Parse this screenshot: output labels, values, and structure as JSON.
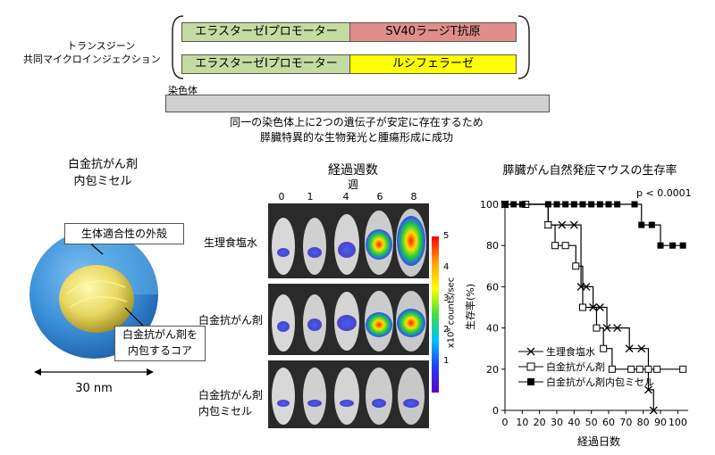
{
  "construct": {
    "side_label_line1": "トランスジーン",
    "side_label_line2": "共同マイクロインジェクション",
    "row1_promoter": "エラスターゼⅠプロモーター",
    "row1_gene": "SV40ラージT抗原",
    "row2_promoter": "エラスターゼⅠプロモーター",
    "row2_gene": "ルシフェラーゼ",
    "chromosome_label": "染色体",
    "note_line1": "同一の染色体上に2つの遺伝子が安定に存在するため",
    "note_line2": "膵臓特異的な生物発光と腫瘍形成に成功",
    "colors": {
      "promoter": "#c6dba0",
      "large_t": "#e08e8a",
      "luciferase": "#ffff00",
      "chromosome": "#d0d0d0"
    }
  },
  "micelle": {
    "title_line1": "白金抗がん剤",
    "title_line2": "内包ミセル",
    "shell_label": "生体適合性の外殻",
    "core_label_line1": "白金抗がん剤を",
    "core_label_line2": "内包するコア",
    "scale_label": "30 nm",
    "colors": {
      "shell": "#3a8fd8",
      "core": "#e8d860"
    }
  },
  "imaging": {
    "title": "経過週数",
    "week_unit": "週",
    "weeks": [
      "0",
      "1",
      "4",
      "6",
      "8"
    ],
    "rows": [
      {
        "label_line1": "生理食塩水",
        "label_line2": ""
      },
      {
        "label_line1": "白金抗がん剤",
        "label_line2": ""
      },
      {
        "label_line1": "白金抗がん剤",
        "label_line2": "内包ミセル"
      }
    ],
    "colorbar_ticks": [
      "5",
      "4",
      "3",
      "2",
      "1"
    ],
    "colorbar_label": "x10⁶ counts/sec"
  },
  "chart_data": {
    "type": "line",
    "title": "膵臓がん自然発症マウスの生存率",
    "xlabel": "経過日数",
    "ylabel": "生存率(%)",
    "xlim": [
      0,
      105
    ],
    "ylim": [
      0,
      100
    ],
    "xticks": [
      "0",
      "10",
      "20",
      "30",
      "40",
      "50",
      "60",
      "70",
      "80",
      "90",
      "100"
    ],
    "yticks": [
      "0",
      "20",
      "40",
      "60",
      "80",
      "100"
    ],
    "annotation": "p < 0.0001",
    "legend_position": "bottom-left",
    "series": [
      {
        "name": "生理食塩水",
        "marker": "x",
        "x": [
          0,
          25,
          33,
          40,
          44,
          47,
          51,
          55,
          59,
          65,
          72,
          79,
          83,
          86
        ],
        "y": [
          100,
          90,
          90,
          90,
          60,
          60,
          50,
          50,
          40,
          40,
          30,
          30,
          10,
          0
        ]
      },
      {
        "name": "白金抗がん剤",
        "marker": "open-square",
        "x": [
          0,
          12,
          25,
          29,
          35,
          41,
          45,
          53,
          57,
          62,
          73,
          78,
          83,
          88,
          103
        ],
        "y": [
          100,
          100,
          90,
          80,
          80,
          70,
          50,
          40,
          30,
          20,
          20,
          20,
          20,
          20,
          20
        ]
      },
      {
        "name": "白金抗がん剤内包ミセル",
        "marker": "filled-square",
        "x": [
          0,
          5,
          10,
          25,
          30,
          35,
          40,
          45,
          50,
          55,
          60,
          65,
          75,
          79,
          85,
          90,
          97,
          103
        ],
        "y": [
          100,
          100,
          100,
          100,
          100,
          100,
          100,
          100,
          100,
          100,
          100,
          100,
          100,
          90,
          90,
          80,
          80,
          80
        ]
      }
    ]
  }
}
